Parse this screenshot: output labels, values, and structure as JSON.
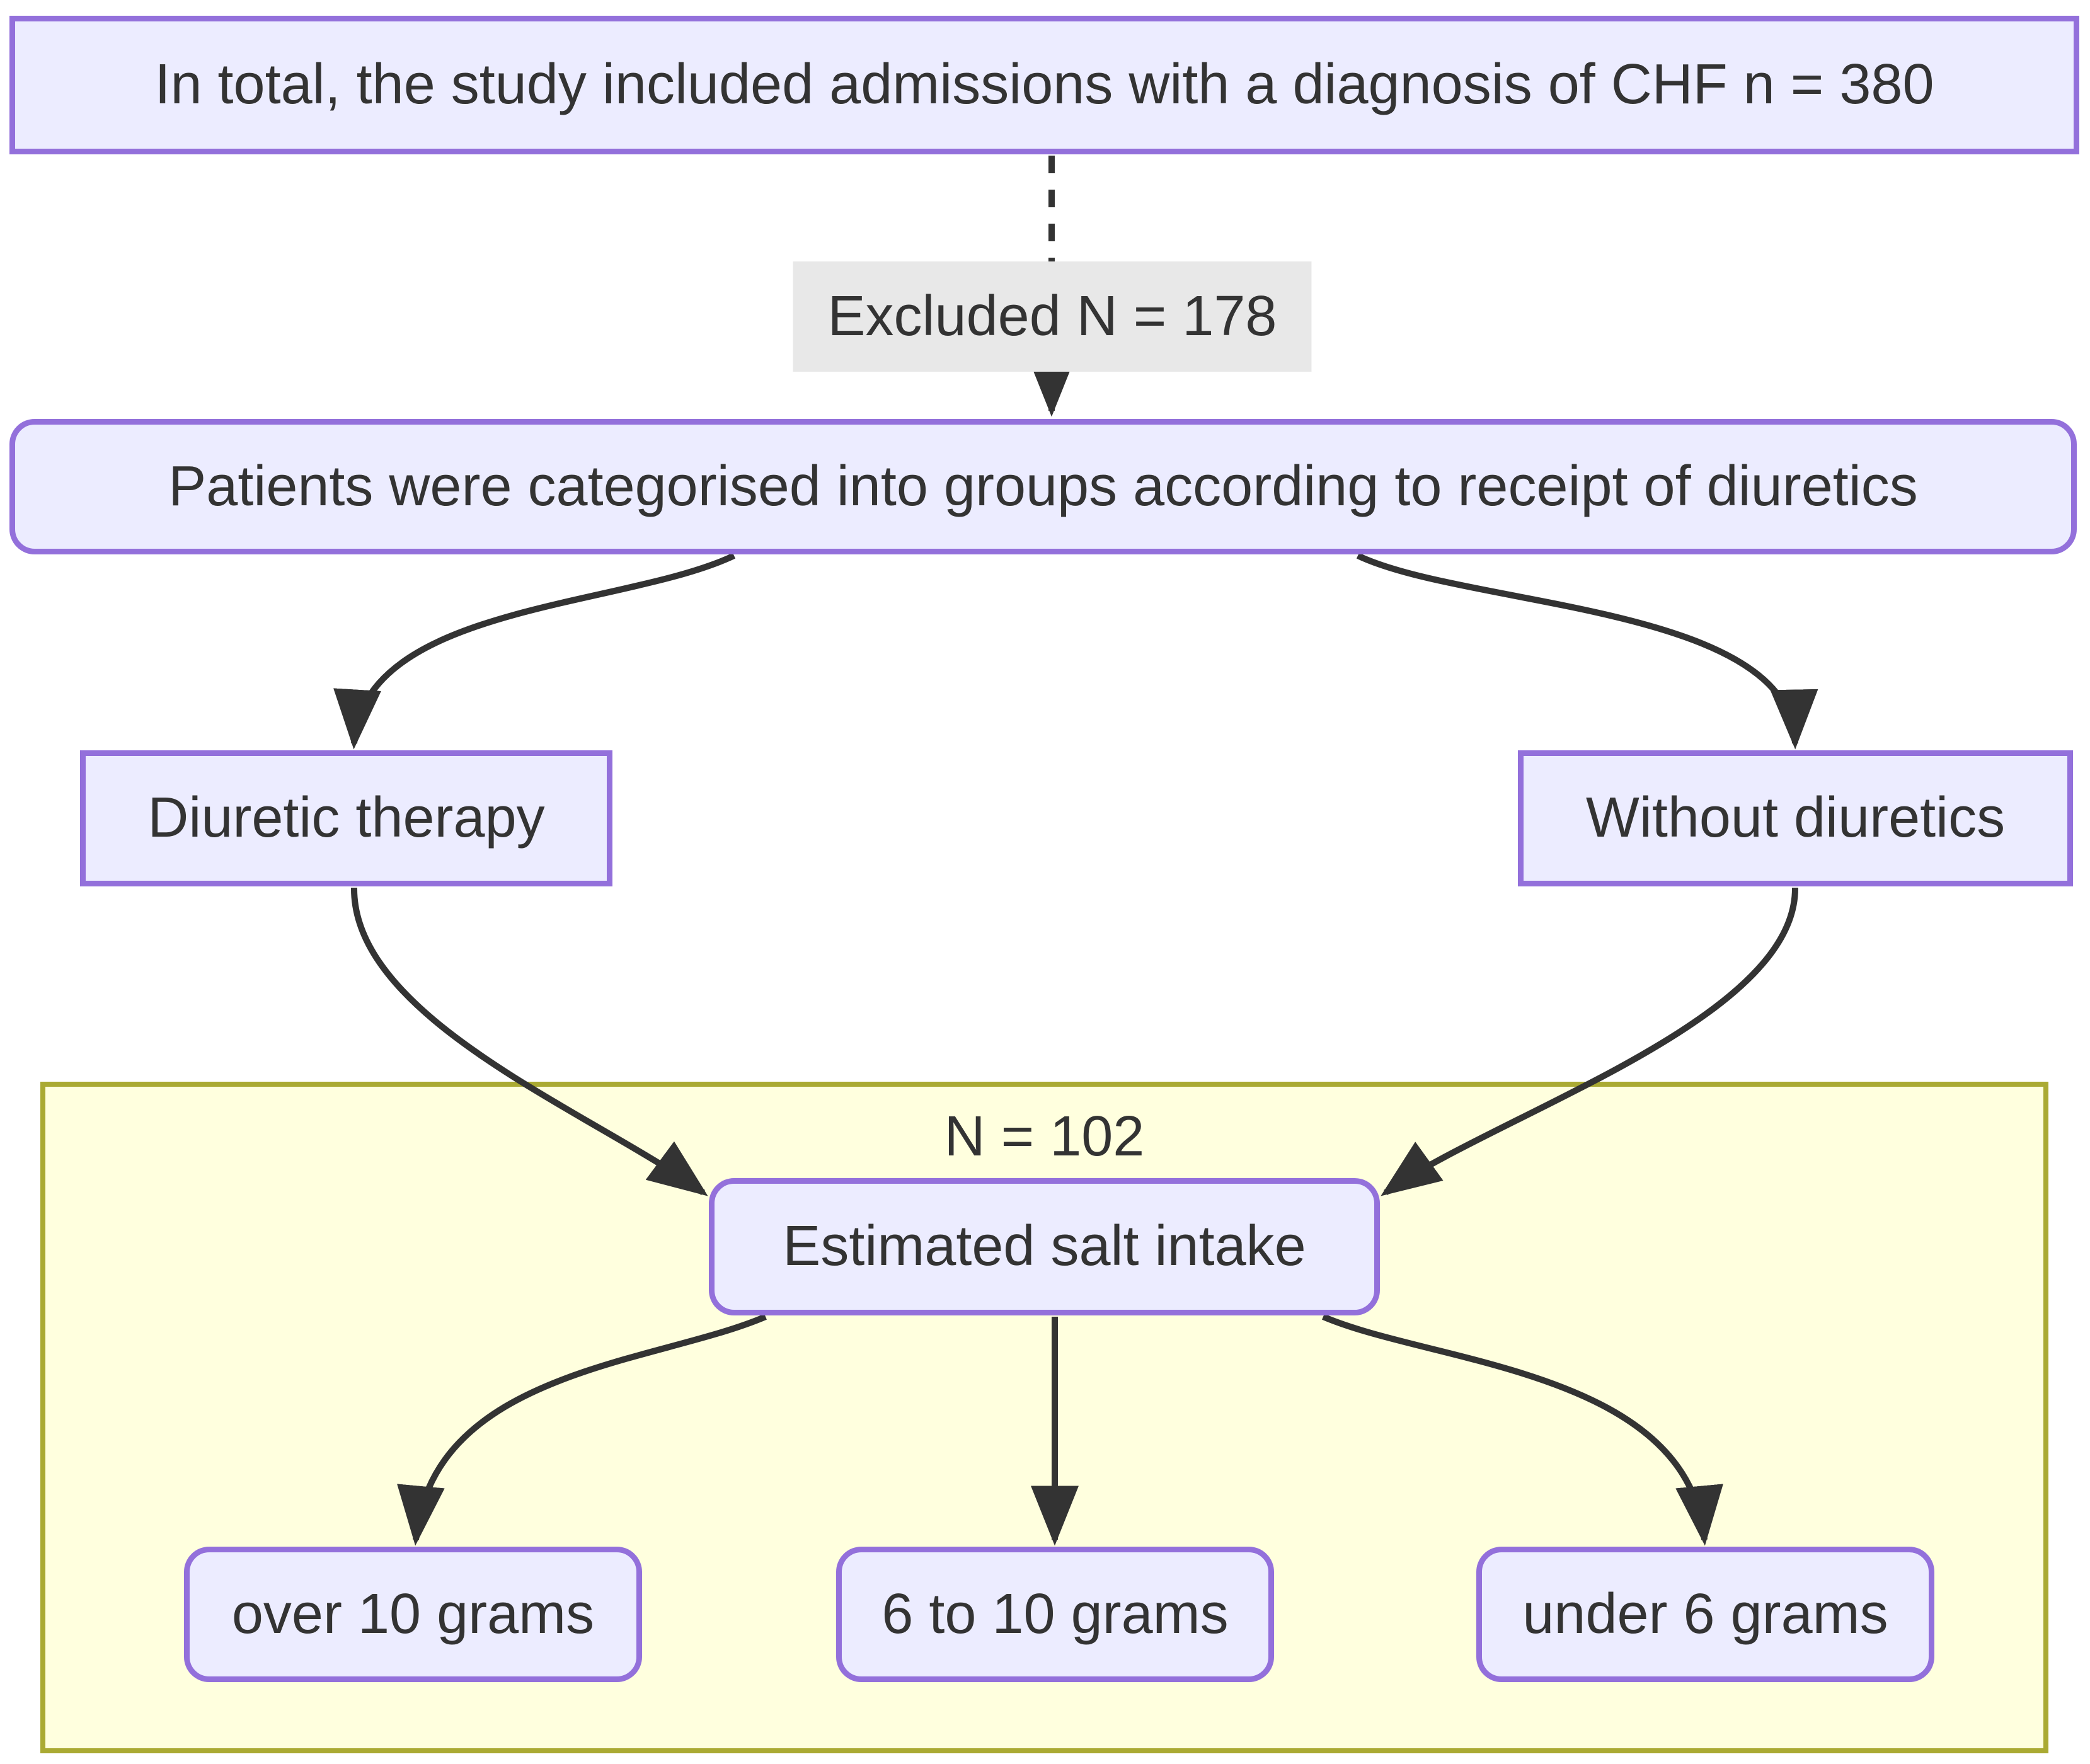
{
  "diagram": {
    "type": "flowchart",
    "direction": "top-down",
    "nodes": {
      "total": {
        "label": "In total, the study included admissions with a diagnosis of CHF n = 380",
        "shape": "rectangle"
      },
      "categorised": {
        "label": "Patients were categorised into groups according to receipt of diuretics",
        "shape": "rounded"
      },
      "diuretic": {
        "label": "Diuretic therapy",
        "shape": "rectangle"
      },
      "without": {
        "label": "Without diuretics",
        "shape": "rectangle"
      },
      "salt": {
        "label": "Estimated salt intake",
        "shape": "rounded"
      },
      "over10": {
        "label": "over 10 grams",
        "shape": "rounded"
      },
      "six_to_ten": {
        "label": "6 to 10 grams",
        "shape": "rounded"
      },
      "under6": {
        "label": "under 6 grams",
        "shape": "rounded"
      }
    },
    "cluster": {
      "label": "N = 102"
    },
    "edge_labels": {
      "excluded": "Excluded N = 178"
    },
    "edges": [
      {
        "from": "total",
        "to": "categorised",
        "style": "dashed",
        "label": "Excluded N = 178"
      },
      {
        "from": "categorised",
        "to": "diuretic",
        "style": "solid"
      },
      {
        "from": "categorised",
        "to": "without",
        "style": "solid"
      },
      {
        "from": "diuretic",
        "to": "salt",
        "style": "solid"
      },
      {
        "from": "without",
        "to": "salt",
        "style": "solid"
      },
      {
        "from": "salt",
        "to": "over10",
        "style": "solid"
      },
      {
        "from": "salt",
        "to": "six_to_ten",
        "style": "solid"
      },
      {
        "from": "salt",
        "to": "under6",
        "style": "solid"
      }
    ],
    "colors": {
      "bg": "#ffffff",
      "node-fill": "#ececff",
      "node-border": "#9370db",
      "cluster-fill": "#ffffde",
      "cluster-border": "#aaaa33",
      "label-bg": "#e8e8e8",
      "edge": "#333333",
      "text": "#333333"
    }
  }
}
